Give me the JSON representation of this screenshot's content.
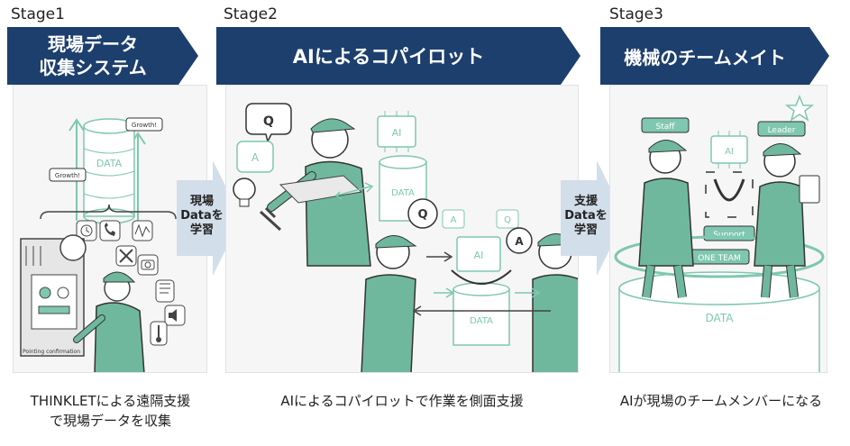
{
  "stages": [
    {
      "label": "Stage1",
      "title_line1": "現場データ",
      "title_line2": "収集システム",
      "caption_line1": "THINKLETによる遠隔支援",
      "caption_line2": "で現場データを収集",
      "illustration": {
        "data_label": "DATA",
        "growth_label_1": "Growth!",
        "growth_label_2": "Growth!",
        "pointing_label": "Pointing confirmation",
        "icons": [
          "clock-icon",
          "phone-icon",
          "wave-icon",
          "tools-icon",
          "camera-icon",
          "document-icon",
          "speaker-icon",
          "thermometer-icon"
        ]
      }
    },
    {
      "label": "Stage2",
      "title": "AIによるコパイロット",
      "caption": "AIによるコパイロットで作業を側面支援",
      "illustration": {
        "ai_label": "AI",
        "data_label": "DATA",
        "q_label": "Q",
        "a_label": "A"
      }
    },
    {
      "label": "Stage3",
      "title": "機械のチームメイト",
      "caption": "AIが現場のチームメンバーになる",
      "illustration": {
        "staff_label": "Staff",
        "leader_label": "Leader",
        "ai_label": "AI",
        "support_label": "Support",
        "team_label": "ONE TEAM",
        "data_label": "DATA"
      }
    }
  ],
  "transitions": [
    {
      "line1": "現場",
      "line2": "Dataを",
      "line3": "学習"
    },
    {
      "line1": "支援",
      "line2": "Dataを",
      "line3": "学習"
    }
  ],
  "colors": {
    "banner": "#1d3f6e",
    "arrow": "#d3deeb",
    "mint": "#7fc7b0",
    "uniform": "#6fb89d",
    "line": "#333333"
  }
}
